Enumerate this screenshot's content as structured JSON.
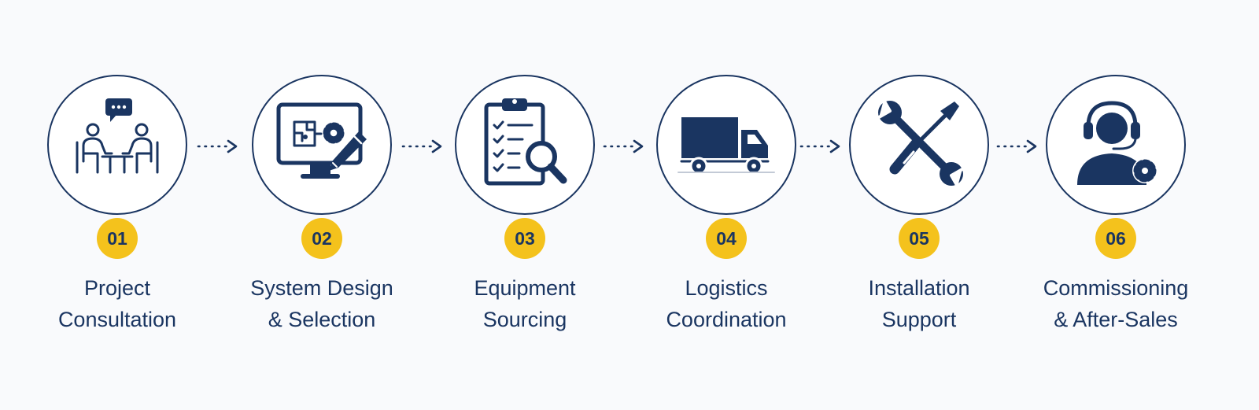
{
  "steps": [
    {
      "number": "01",
      "label_line1": "Project",
      "label_line2": "Consultation",
      "icon": "consultation-icon"
    },
    {
      "number": "02",
      "label_line1": "System Design",
      "label_line2": "& Selection",
      "icon": "design-monitor-icon"
    },
    {
      "number": "03",
      "label_line1": "Equipment",
      "label_line2": "Sourcing",
      "icon": "clipboard-search-icon"
    },
    {
      "number": "04",
      "label_line1": "Logistics",
      "label_line2": "Coordination",
      "icon": "truck-icon"
    },
    {
      "number": "05",
      "label_line1": "Installation",
      "label_line2": "Support",
      "icon": "tools-icon"
    },
    {
      "number": "06",
      "label_line1": "Commissioning",
      "label_line2": "& After-Sales",
      "icon": "support-agent-icon"
    }
  ],
  "colors": {
    "navy": "#1a3561",
    "accent": "#f4c21c",
    "background": "#f9fafc"
  }
}
